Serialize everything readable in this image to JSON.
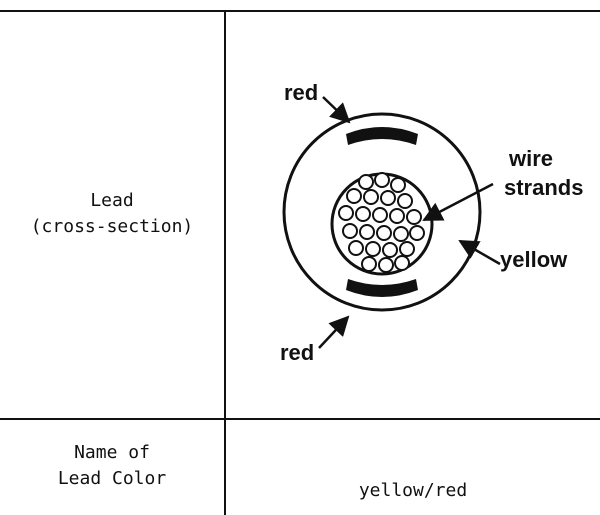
{
  "table": {
    "row1_label": "Lead\n(cross-section)",
    "row2_label": "Name of\nLead Color",
    "row2_value": "yellow/red"
  },
  "diagram": {
    "labels": {
      "red_top": "red",
      "red_bottom": "red",
      "wire_line1": "wire",
      "wire_line2": "strands",
      "yellow": "yellow"
    },
    "colors": {
      "stroke": "#111111",
      "fill": "#ffffff",
      "stripe": "#111111"
    }
  }
}
